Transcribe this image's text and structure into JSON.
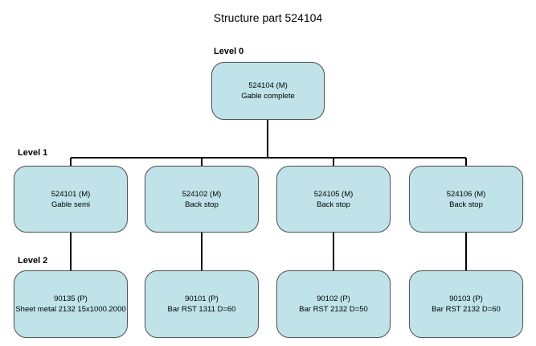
{
  "title": "Structure part 524104",
  "levels": {
    "level0": "Level 0",
    "level1": "Level 1",
    "level2": "Level 2"
  },
  "colors": {
    "node_fill": "#bfe3e8",
    "node_border": "#555555",
    "connector": "#000000"
  },
  "nodes": {
    "root": {
      "id": "524104 (M)",
      "name": "Gable complete"
    },
    "l1": [
      {
        "id": "524101 (M)",
        "name": "Gable semi"
      },
      {
        "id": "524102 (M)",
        "name": "Back stop"
      },
      {
        "id": "524105 (M)",
        "name": "Back stop"
      },
      {
        "id": "524106 (M)",
        "name": "Back stop"
      }
    ],
    "l2": [
      {
        "id": "90135 (P)",
        "name": "Sheet metal 2132 15x1000.2000"
      },
      {
        "id": "90101 (P)",
        "name": "Bar RST 1311 D=60"
      },
      {
        "id": "90102 (P)",
        "name": "Bar RST 2132 D=50"
      },
      {
        "id": "90103 (P)",
        "name": "Bar RST 2132 D=60"
      }
    ]
  }
}
